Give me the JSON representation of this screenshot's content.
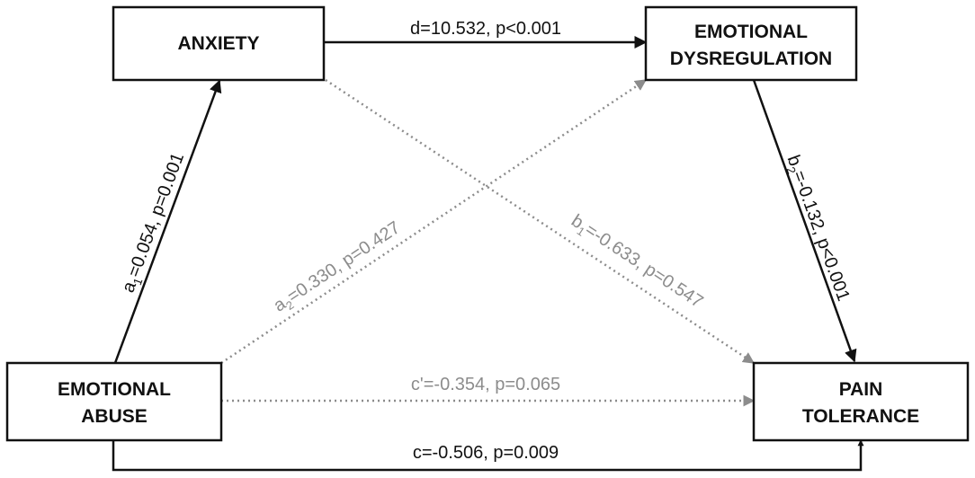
{
  "colors": {
    "significant": "#111111",
    "nonsignificant": "#8c8c8c"
  },
  "nodes": {
    "anxiety": {
      "line1": "ANXIETY"
    },
    "emotional_dysregulation": {
      "line1": "EMOTIONAL",
      "line2": "DYSREGULATION"
    },
    "emotional_abuse": {
      "line1": "EMOTIONAL",
      "line2": "ABUSE"
    },
    "pain_tolerance": {
      "line1": "PAIN",
      "line2": "TOLERANCE"
    }
  },
  "paths": {
    "a1": {
      "letter": "a",
      "sub": "1",
      "rest": "=0.054, p=0.001",
      "significant": true
    },
    "a2": {
      "letter": "a",
      "sub": "2",
      "rest": "=0.330, p=0.427",
      "significant": false
    },
    "b1": {
      "letter": "b",
      "sub": "1",
      "rest": "=-0.633, p=0.547",
      "significant": false
    },
    "b2": {
      "letter": "b",
      "sub": "2",
      "rest": "=-0.132, p<0.001",
      "significant": true
    },
    "d": {
      "text": "d=10.532, p<0.001",
      "significant": true
    },
    "c_prime": {
      "text": "c'=-0.354, p=0.065",
      "significant": false
    },
    "c": {
      "text": "c=-0.506, p=0.009",
      "significant": true
    }
  }
}
